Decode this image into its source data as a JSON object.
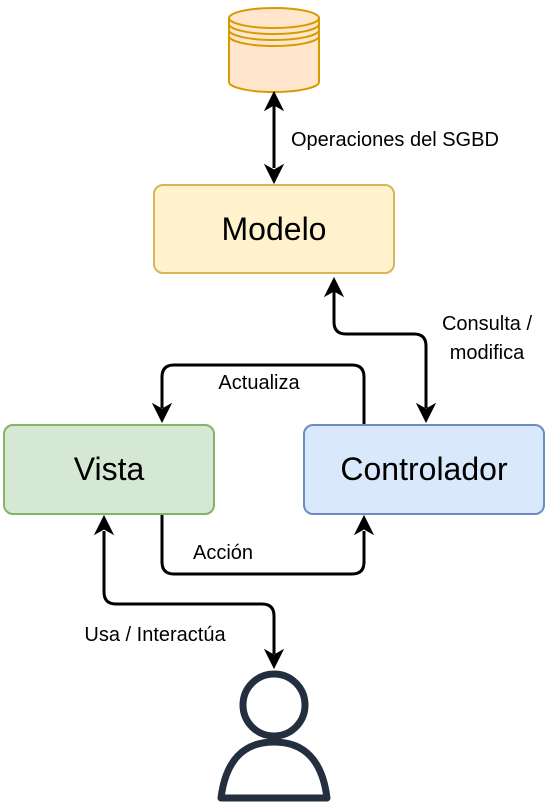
{
  "diagram": {
    "nodes": {
      "model": {
        "label": "Modelo",
        "fill": "#fff2cc",
        "stroke": "#d6b656"
      },
      "view": {
        "label": "Vista",
        "fill": "#d5e8d4",
        "stroke": "#82b366"
      },
      "controller": {
        "label": "Controlador",
        "fill": "#dae8fc",
        "stroke": "#6c8ebf"
      },
      "database": {
        "icon": "database-icon",
        "fill": "#ffe6cc",
        "stroke": "#d79b00"
      },
      "user": {
        "icon": "user-icon",
        "stroke": "#232f3e"
      }
    },
    "edges": {
      "db_model": {
        "label": "Operaciones del SGBD"
      },
      "model_controller": {
        "label_line1": "Consulta /",
        "label_line2": "modifica"
      },
      "controller_view": {
        "label": "Actualiza"
      },
      "view_controller": {
        "label": "Acción"
      },
      "user_view": {
        "label": "Usa / Interactúa"
      }
    }
  }
}
